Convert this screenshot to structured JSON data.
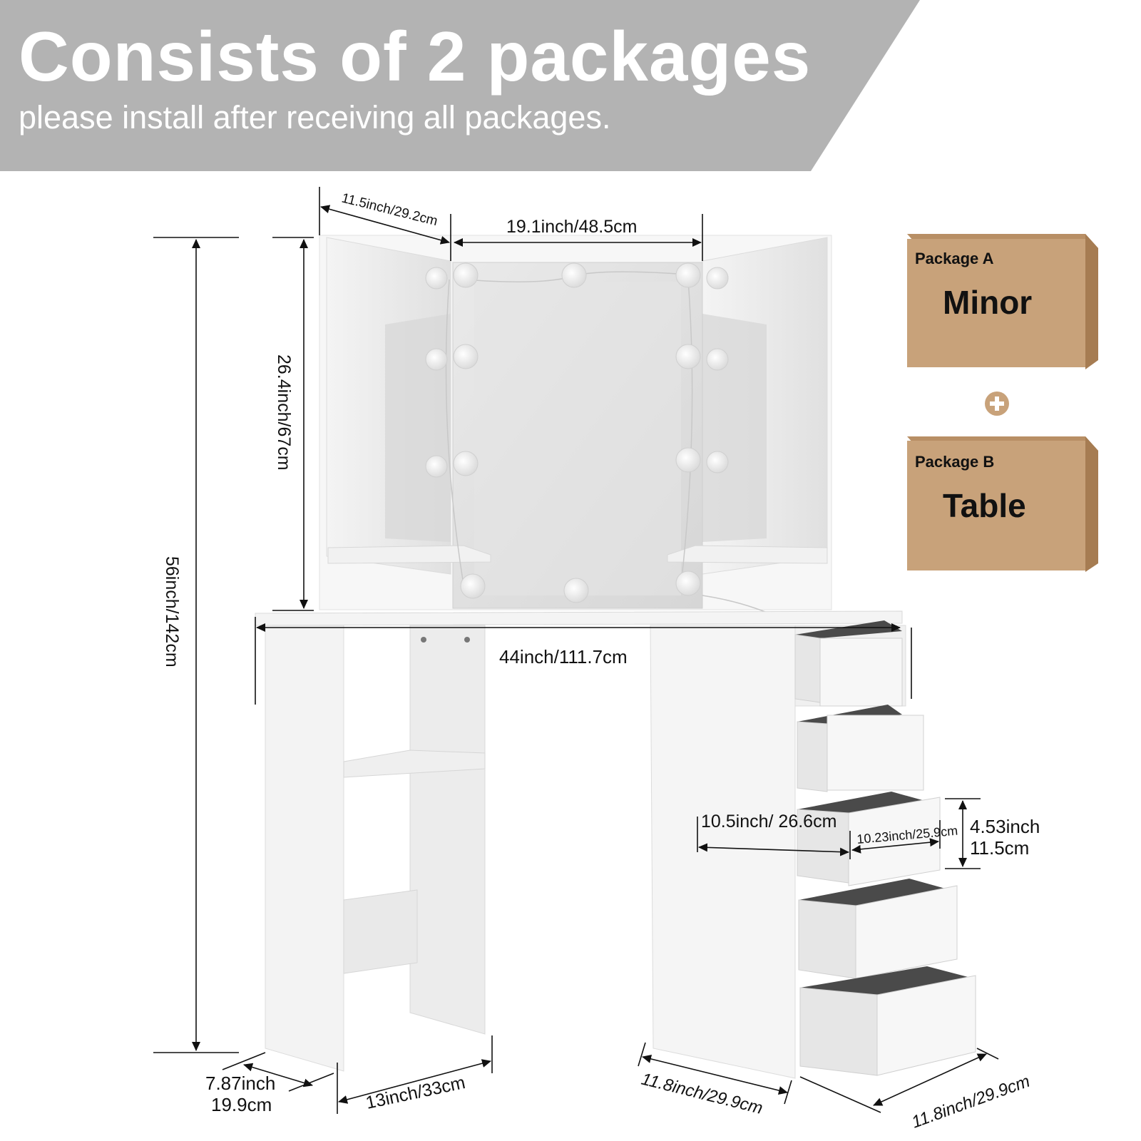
{
  "header": {
    "title": "Consists of 2 packages",
    "subtitle": "please install after receiving all packages."
  },
  "packages": [
    {
      "label": "Package A",
      "name": "Minor"
    },
    {
      "label": "Package B",
      "name": "Table"
    }
  ],
  "plus_icon": "plus-circle-icon",
  "dimensions": {
    "side_mirror_width": "11.5inch/29.2cm",
    "center_mirror_width": "19.1inch/48.5cm",
    "mirror_height": "26.4inch/67cm",
    "total_height": "56inch/142cm",
    "table_width": "44inch/111.7cm",
    "drawer_depth": "10.5inch/ 26.6cm",
    "drawer_inner_depth": "10.23inch/25.9cm",
    "drawer_height_in": "4.53inch",
    "drawer_height_cm": "11.5cm",
    "leg_width_in": "7.87inch",
    "leg_width_cm": "19.9cm",
    "shelf_depth": "13inch/33cm",
    "cabinet_width": "11.8inch/29.9cm",
    "cabinet_depth": "11.8inch/29.9cm"
  },
  "colors": {
    "banner": "#b3b3b3",
    "box": "#c8a27a",
    "box_top": "#b88f65",
    "plus": "#c8a27a"
  }
}
